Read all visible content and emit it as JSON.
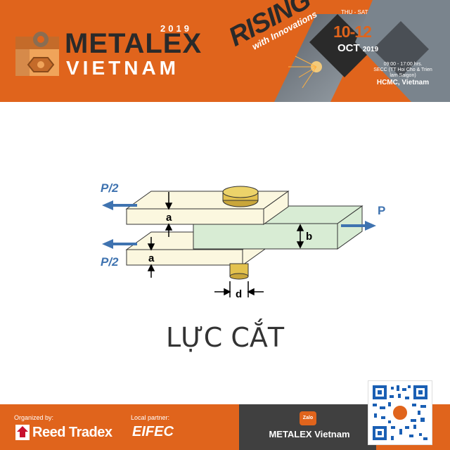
{
  "header": {
    "year": "2019",
    "brand_top": "METALEX",
    "brand_bottom": "VIETNAM",
    "tagline_big": "RISING",
    "tagline_small": "with Innovations",
    "day_range": "THU - SAT",
    "date_range": "10-12",
    "month": "OCT",
    "month_year": "2019",
    "hours": "09:00 - 17:00 hrs.",
    "venue": "SECC (TT Hoi Cho & Trien lam Saigon)",
    "city": "HCMC, Vietnam"
  },
  "diagram": {
    "force_top": "P/2",
    "force_bottom": "P/2",
    "force_right": "P",
    "dim_a_top": "a",
    "dim_a_bottom": "a",
    "dim_b": "b",
    "dim_d": "d"
  },
  "caption": "LỰC CẮT",
  "footer": {
    "organized_label": "Organized by:",
    "organizer": "Reed Tradex",
    "partner_label": "Local partner:",
    "partner": "EIFEC",
    "zalo": "Zalo",
    "zalo_name": "METALEX Vietnam"
  },
  "colors": {
    "orange": "#e0641c",
    "dark": "#404040",
    "plate": "#fbf7df",
    "inner_plate": "#d8ecd4",
    "arrow": "#3f73b0"
  }
}
